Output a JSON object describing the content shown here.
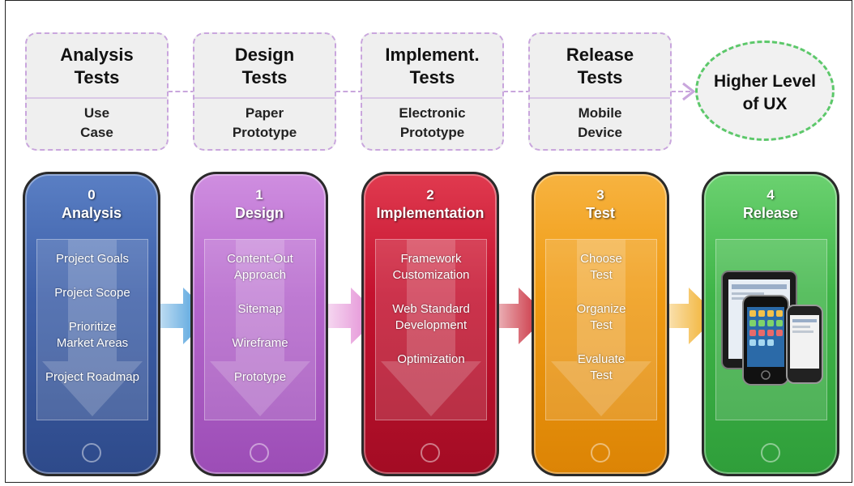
{
  "tests": [
    {
      "title": "Analysis\nTests",
      "sub": "Use\nCase"
    },
    {
      "title": "Design\nTests",
      "sub": "Paper\nPrototype"
    },
    {
      "title": "Implement.\nTests",
      "sub": "Electronic\nPrototype"
    },
    {
      "title": "Release\nTests",
      "sub": "Mobile\nDevice"
    }
  ],
  "goal": {
    "text": "Higher Level\nof UX"
  },
  "phases": [
    {
      "num": "0",
      "title": "Analysis",
      "color": "#3d5fa8",
      "items": [
        "Project Goals",
        "Project Scope",
        "Prioritize\nMarket Areas",
        "Project Roadmap"
      ]
    },
    {
      "num": "1",
      "title": "Design",
      "color": "#b566cc",
      "items": [
        "Content-Out\nApproach",
        "Sitemap",
        "Wireframe",
        "Prototype"
      ]
    },
    {
      "num": "2",
      "title": "Implementation",
      "color": "#c4122f",
      "items": [
        "Framework\nCustomization",
        "Web Standard\nDevelopment",
        "Optimization"
      ]
    },
    {
      "num": "3",
      "title": "Test",
      "color": "#ef9a12",
      "items": [
        "Choose\nTest",
        "Organize\nTest",
        "Evaluate\nTest"
      ]
    },
    {
      "num": "4",
      "title": "Release",
      "color": "#3fb548",
      "items": []
    }
  ],
  "arrow_colors": [
    "#2f8fd6",
    "#e07fd0",
    "#c41a2a",
    "#f0a818"
  ],
  "icons": {
    "home": "home-button-icon",
    "device": "mobile-devices-icon"
  }
}
